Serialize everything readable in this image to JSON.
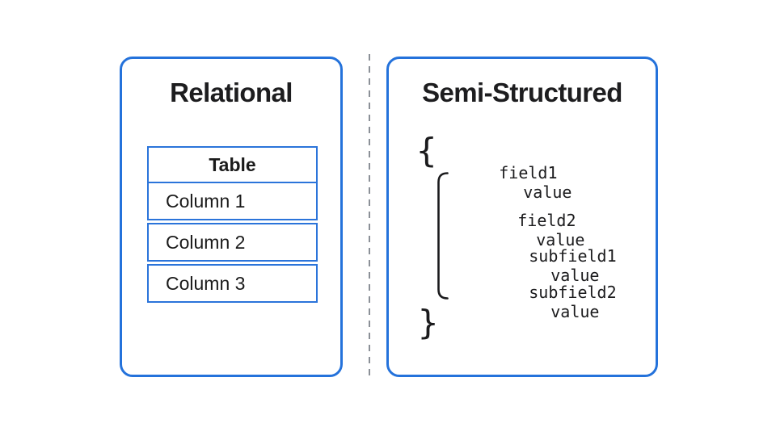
{
  "colors": {
    "panel_border": "#2472db",
    "table_border": "#2b74da",
    "text": "#1c1c1e",
    "divider": "#8b9097",
    "background": "#ffffff"
  },
  "left_panel": {
    "title": "Relational",
    "table": {
      "header": "Table",
      "rows": [
        "Column 1",
        "Column 2",
        "Column 3"
      ]
    }
  },
  "right_panel": {
    "title": "Semi-Structured",
    "open_brace": "{",
    "close_brace": "}",
    "lines": [
      {
        "name": "field1",
        "value": "value"
      },
      {
        "name": "field2",
        "value": "value"
      },
      {
        "name": "subfield1",
        "value": "value"
      },
      {
        "name": "subfield2",
        "value": "value"
      }
    ]
  }
}
